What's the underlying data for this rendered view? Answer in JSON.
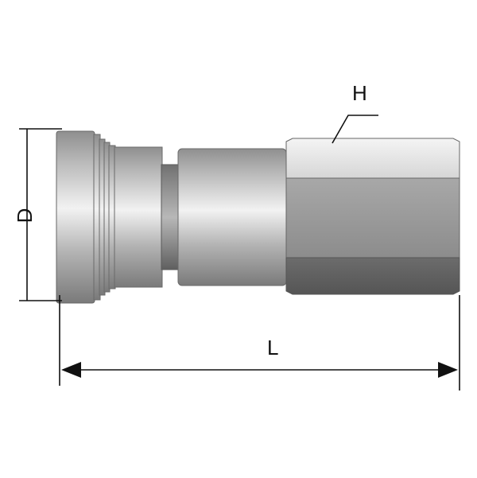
{
  "labels": {
    "diameter": "D",
    "hex": "H",
    "length": "L"
  },
  "colors": {
    "line": "#111111",
    "metal_light": "#e6e6e6",
    "metal_mid": "#a9a9a9",
    "metal_dark": "#6f6f6f",
    "outline": "#555555"
  }
}
